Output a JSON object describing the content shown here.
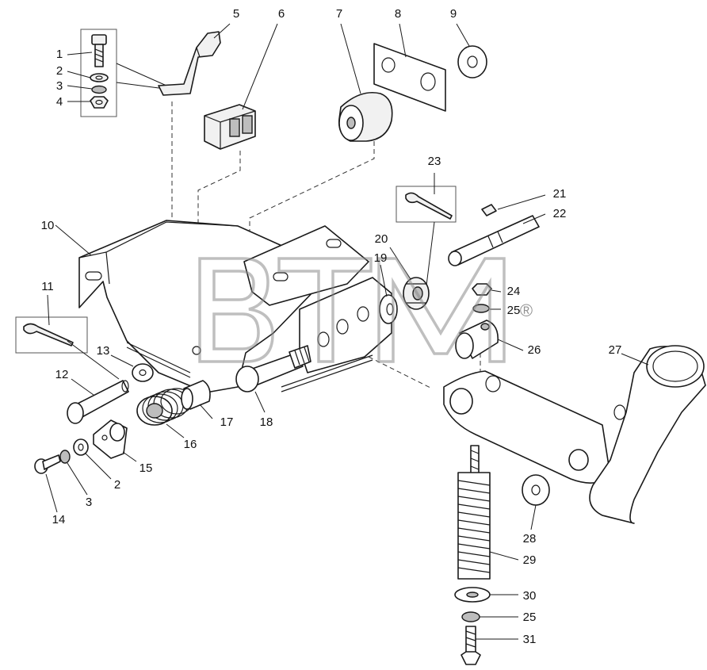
{
  "diagram": {
    "callouts": [
      "1",
      "2",
      "3",
      "4",
      "5",
      "6",
      "7",
      "8",
      "9",
      "10",
      "11",
      "12",
      "13",
      "2",
      "3",
      "14",
      "15",
      "16",
      "17",
      "18",
      "19",
      "20",
      "23",
      "21",
      "22",
      "24",
      "25",
      "26",
      "27",
      "28",
      "29",
      "30",
      "25",
      "31"
    ],
    "watermark": {
      "brand": "BTM",
      "mark": "®"
    }
  }
}
